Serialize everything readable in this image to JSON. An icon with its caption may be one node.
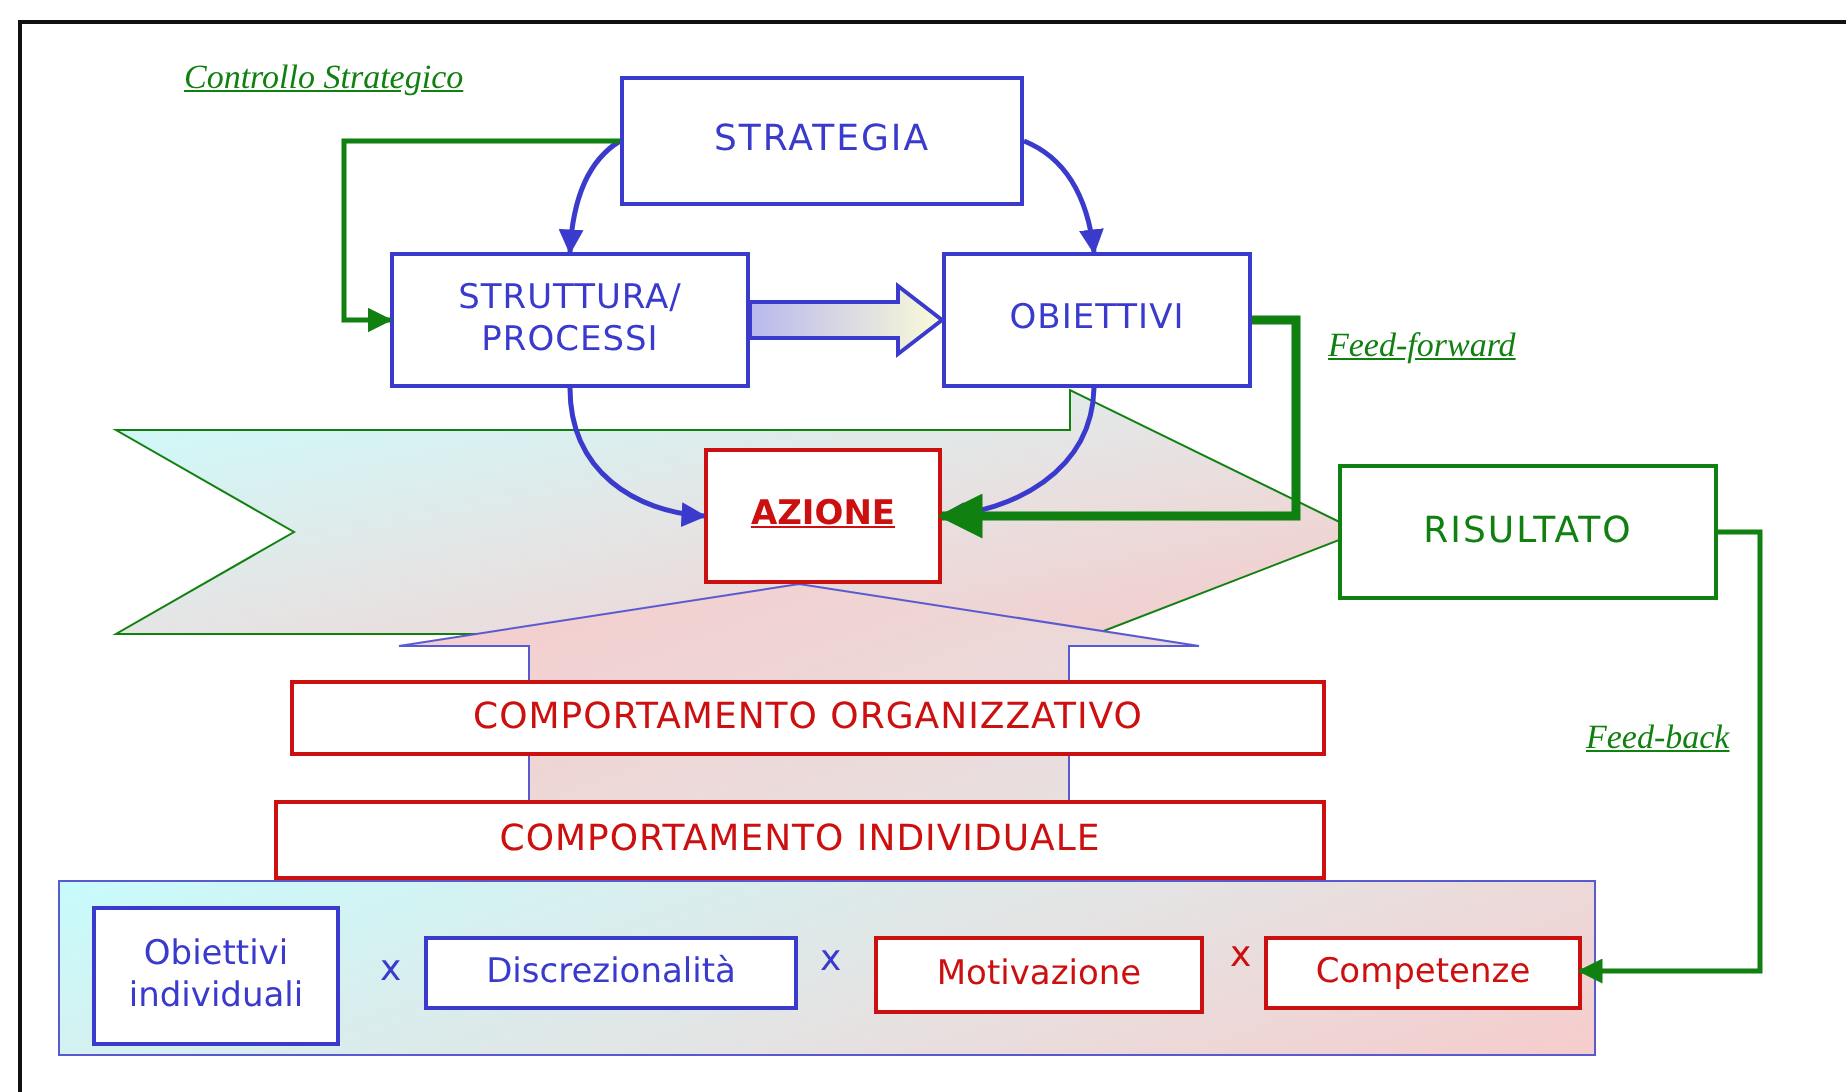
{
  "diagram": {
    "nodes": [
      {
        "text": [
          "STRATEGIA"
        ]
      },
      {
        "text": [
          "STRUTTURA/ PROCESSI"
        ]
      },
      {
        "text": [
          "OBIETTIVI"
        ]
      },
      {
        "text": [
          "AZIONE"
        ]
      },
      {
        "text": [
          "RISULTATO"
        ]
      },
      {
        "text": [
          "COMPORTAMENTO ORGANIZZATIVO"
        ]
      },
      {
        "text": [
          "COMPORTAMENTO INDIVIDUALE"
        ]
      },
      {
        "text": [],
        "shape": "box"
      },
      {
        "text": [
          "Obiettivi individuali"
        ],
        "in": 7
      },
      {
        "text": [
          "Discrezionalità"
        ],
        "in": 7
      },
      {
        "text": [
          "Motivazione"
        ],
        "in": 7
      },
      {
        "text": [
          "Competenze"
        ],
        "in": 7
      }
    ],
    "edges": [
      {
        "from": 0,
        "to": 1,
        "arrow": "to"
      },
      {
        "from": 0,
        "to": 2,
        "arrow": "to"
      },
      {
        "from": 1,
        "to": 3,
        "arrow": "to"
      },
      {
        "from": 2,
        "to": 3,
        "arrow": "to"
      },
      {
        "from": 1,
        "to": 2,
        "arrow": "to"
      },
      {
        "from": 0,
        "to": 1,
        "arrow": "to",
        "label": "Controllo Strategico",
        "color": "#108010"
      },
      {
        "from": 2,
        "to": 3,
        "arrow": "to",
        "label": "Feed-forward",
        "style": "thick",
        "color": "#108010"
      },
      {
        "from": 4,
        "to": 11,
        "arrow": "to",
        "label": "Feed-back",
        "color": "#108010"
      },
      {
        "from": null,
        "to": 4,
        "arrow": "to",
        "color": "#108010"
      },
      {
        "from": 6,
        "to": 3,
        "arrow": "to"
      }
    ],
    "labels": [
      "x",
      "x",
      "x"
    ]
  }
}
